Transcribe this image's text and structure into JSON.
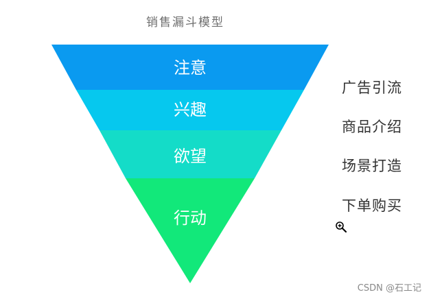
{
  "title": "销售漏斗模型",
  "stages": [
    {
      "label": "注意",
      "channel": "广告引流",
      "color": "#0a9af0"
    },
    {
      "label": "兴趣",
      "channel": "商品介绍",
      "color": "#06c8ee"
    },
    {
      "label": "欲望",
      "channel": "场景打造",
      "color": "#14dcc8"
    },
    {
      "label": "行动",
      "channel": "下单购买",
      "color": "#12e87a"
    }
  ],
  "watermark": "CSDN @石工记",
  "cursor_icon": "zoom-in-icon"
}
